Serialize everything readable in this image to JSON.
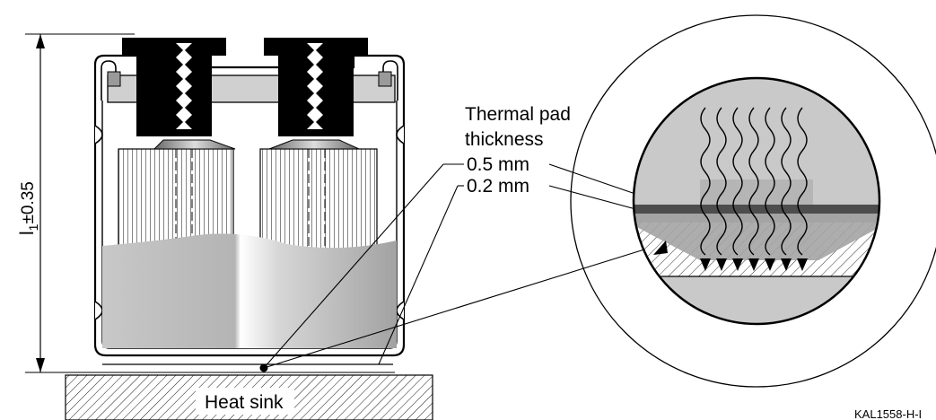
{
  "labels": {
    "dimension": "l",
    "dimension_subscript": "1",
    "dimension_tolerance": "±0.35",
    "thermal_pad_line1": "Thermal pad",
    "thermal_pad_line2": "thickness",
    "thickness_a": "0.5 mm",
    "thickness_b": "0.2 mm",
    "heat_sink": "Heat sink",
    "drawing_code": "KAL1558-H-I"
  }
}
